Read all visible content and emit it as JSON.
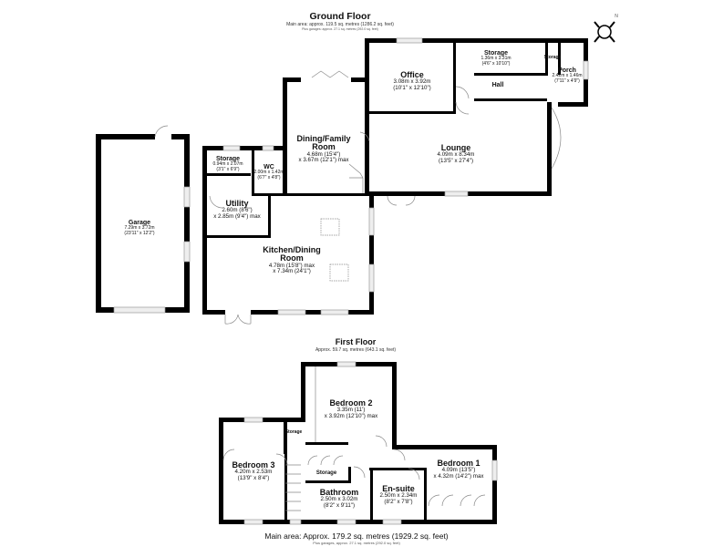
{
  "ground_floor": {
    "title": "Ground Floor",
    "area": "Main area: approx. 119.5 sq. metres (1286.2 sq. feet)",
    "garage_area": "Plus garages: approx. 27.1 sq. metres (292.0 sq. feet)",
    "rooms": [
      {
        "name": "Office",
        "dim1": "3.08m x 3.92m",
        "dim2": "(10'1\" x 12'10\")"
      },
      {
        "name": "Storage",
        "dim1": "1.36m x 3.31m",
        "dim2": "(4'6\" x 10'10\")"
      },
      {
        "name": "Storage"
      },
      {
        "name": "Porch",
        "dim1": "2.42m x 1.46m",
        "dim2": "(7'11\" x 4'9\")"
      },
      {
        "name": "Hall"
      },
      {
        "name": "Dining/Family Room",
        "dim1": "4.68m (15'4\")",
        "dim2": "x 3.67m (12'1\") max"
      },
      {
        "name": "Lounge",
        "dim1": "4.09m x 8.34m",
        "dim2": "(13'5\" x 27'4\")"
      },
      {
        "name": "Storage",
        "dim1": "0.94m x 2.07m",
        "dim2": "(3'1\" x 6'9\")"
      },
      {
        "name": "WC",
        "dim1": "2.00m x 1.42m",
        "dim2": "(6'7\" x 4'8\")"
      },
      {
        "name": "Utility",
        "dim1": "2.60m (8'6\")",
        "dim2": "x 2.85m (9'4\") max"
      },
      {
        "name": "Kitchen/Dining Room",
        "dim1": "4.78m (15'8\") max",
        "dim2": "x 7.34m (24'1\")"
      },
      {
        "name": "Garage",
        "dim1": "7.29m x 3.72m",
        "dim2": "(23'11\" x 12'2\")"
      }
    ]
  },
  "first_floor": {
    "title": "First Floor",
    "area": "Approx. 59.7 sq. metres (643.1 sq. feet)",
    "rooms": [
      {
        "name": "Bedroom 2",
        "dim1": "3.35m (11')",
        "dim2": "x 3.92m (12'10\") max"
      },
      {
        "name": "Storage"
      },
      {
        "name": "Bedroom 3",
        "dim1": "4.20m x 2.53m",
        "dim2": "(13'9\" x 8'4\")"
      },
      {
        "name": "Storage"
      },
      {
        "name": "Bathroom",
        "dim1": "2.50m x 3.02m",
        "dim2": "(8'2\" x 9'11\")"
      },
      {
        "name": "En-suite",
        "dim1": "2.50m x 2.34m",
        "dim2": "(8'2\" x 7'8\")"
      },
      {
        "name": "Bedroom 1",
        "dim1": "4.09m (13'5\")",
        "dim2": "x 4.32m (14'2\") max"
      }
    ]
  },
  "footer": {
    "total_area": "Main area: Approx. 179.2 sq. metres (1929.2 sq. feet)",
    "garage_area": "Plus garages, approx. 27.1 sq. metres (292.0 sq. feet)"
  },
  "compass": {
    "label": "N"
  }
}
